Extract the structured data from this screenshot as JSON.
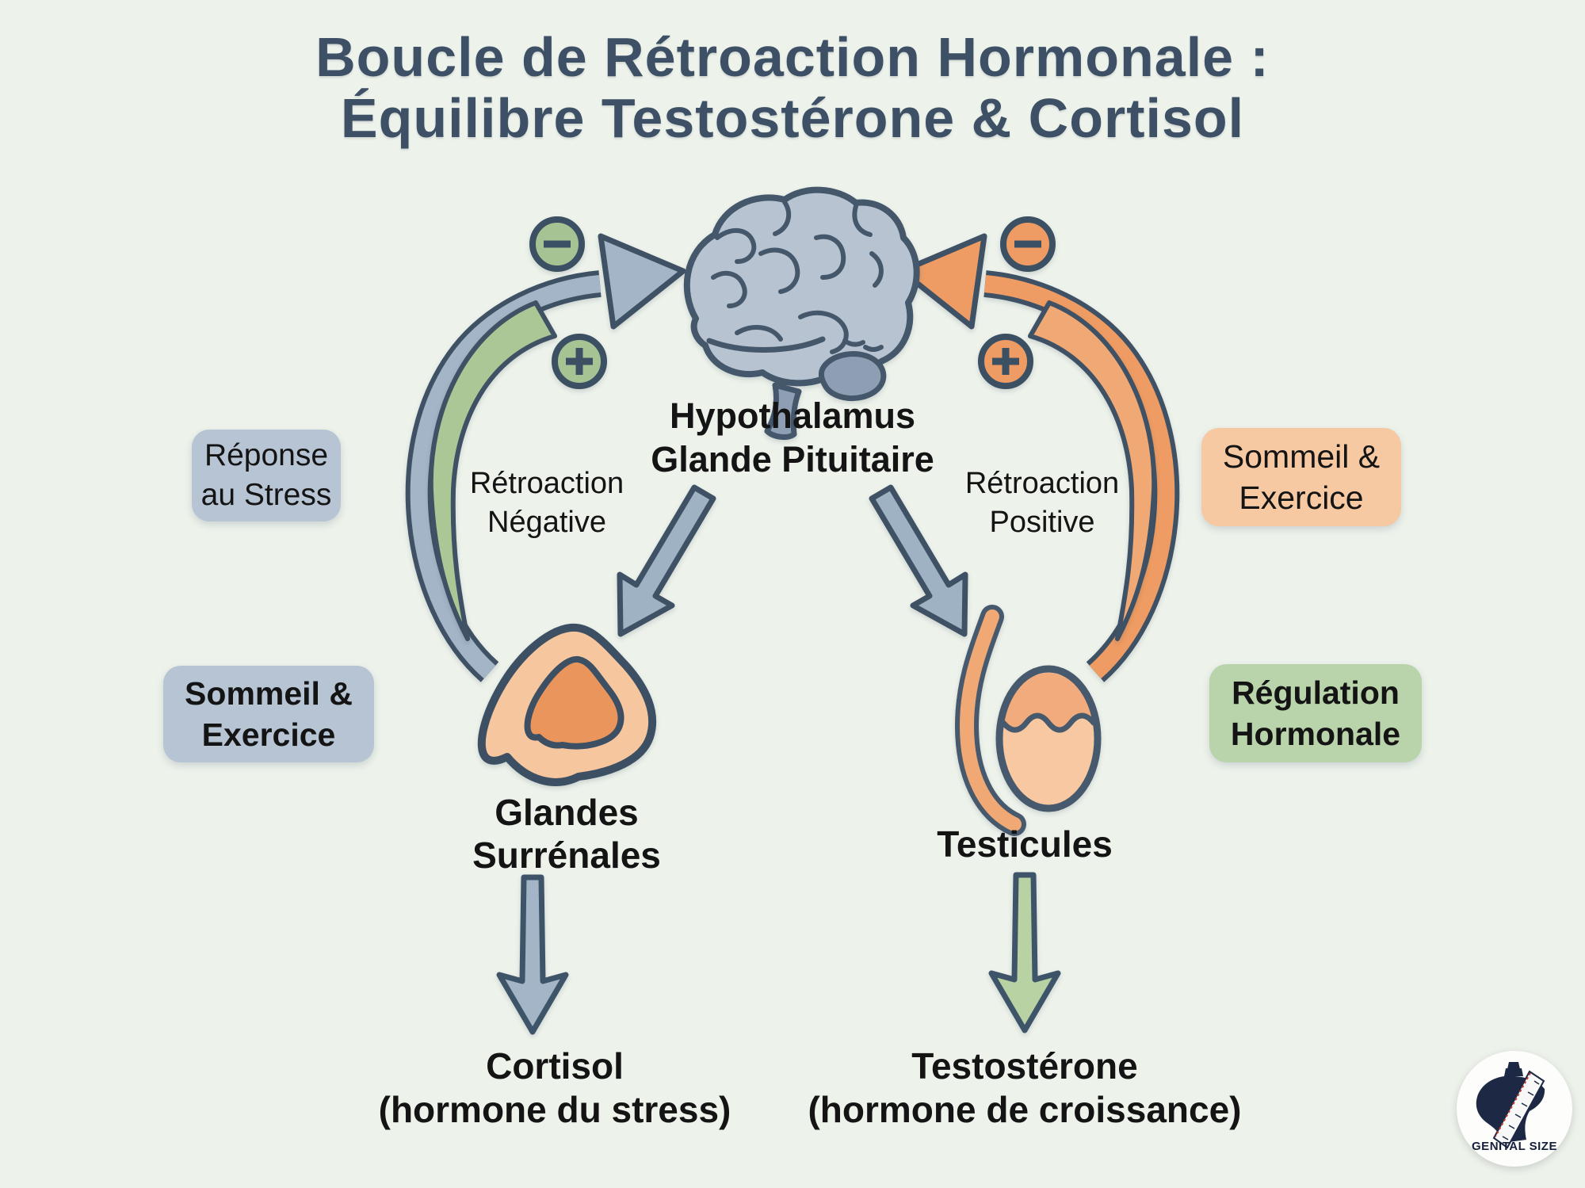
{
  "title": {
    "line1": "Boucle de Rétroaction Hormonale :",
    "line2": "Équilibre Testostérone & Cortisol"
  },
  "brain": {
    "line1": "Hypothalamus",
    "line2": "Glande Pituitaire"
  },
  "feedback": {
    "negative": {
      "line1": "Rétroaction",
      "line2": "Négative"
    },
    "positive": {
      "line1": "Rétroaction",
      "line2": "Positive"
    }
  },
  "boxes": {
    "stress_response": {
      "line1": "Réponse",
      "line2": "au Stress"
    },
    "sleep_exercise_left": {
      "line1": "Sommeil &",
      "line2": "Exercice"
    },
    "sleep_exercise_right": {
      "line1": "Sommeil &",
      "line2": "Exercice"
    },
    "hormonal_regulation": {
      "line1": "Régulation",
      "line2": "Hormonale"
    }
  },
  "organs": {
    "adrenal": {
      "line1": "Glandes",
      "line2": "Surrénales"
    },
    "testes": {
      "label": "Testicules"
    }
  },
  "hormones": {
    "cortisol": {
      "line1": "Cortisol",
      "line2": "(hormone du stress)"
    },
    "testosterone": {
      "line1": "Testostérone",
      "line2": "(hormone de croissance)"
    }
  },
  "icons": {
    "minus": "−",
    "plus": "+"
  },
  "logo": {
    "text": "GENITAL SIZE"
  },
  "colors": {
    "background": "#edf2eb",
    "title_text": "#3d5065",
    "body_text": "#141414",
    "outline": "#3f5164",
    "arrow_blue": "#a3b5c6",
    "arrow_blue_small": "#9fb2c4",
    "arrow_green": "#abc795",
    "arrow_green_down": "#b9d2a4",
    "arrow_orange": "#ee9c63",
    "band_orange_inner": "#f0a875",
    "circle_green": "#a6c493",
    "circle_orange": "#ee9c63",
    "box_blue": "#b6c4d4",
    "box_orange": "#f6c9a2",
    "box_green": "#b9d3ab",
    "organ_light": "#f6c69e",
    "organ_dark": "#e9955c",
    "testis_fill": "#f7c8a2",
    "testis_cap": "#f2ab7d",
    "brain_fill": "#b8c3d1",
    "brain_dark": "#8e9fb3",
    "logo_navy": "#1d2845"
  }
}
